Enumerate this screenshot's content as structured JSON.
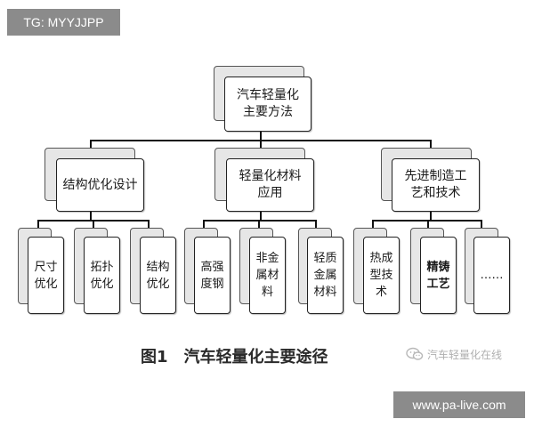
{
  "watermark_tag": "TG: MYYJJPP",
  "watermark_url": "www.pa-live.com",
  "root": "汽车轻量化\n主要方法",
  "branches": [
    {
      "label": "结构优化设计",
      "leaves": [
        "尺寸\n优化",
        "拓扑\n优化",
        "结构\n优化"
      ]
    },
    {
      "label": "轻量化材料\n应用",
      "leaves": [
        "高强\n度钢",
        "非金\n属材\n料",
        "轻质\n金属\n材料"
      ]
    },
    {
      "label": "先进制造工\n艺和技术",
      "leaves": [
        "热成\n型技\n术",
        "精铸\n工艺",
        "……"
      ]
    }
  ],
  "caption": "图1　汽车轻量化主要途径",
  "wechat_credit": "汽车轻量化在线",
  "icons": [
    "wechat-icon"
  ]
}
